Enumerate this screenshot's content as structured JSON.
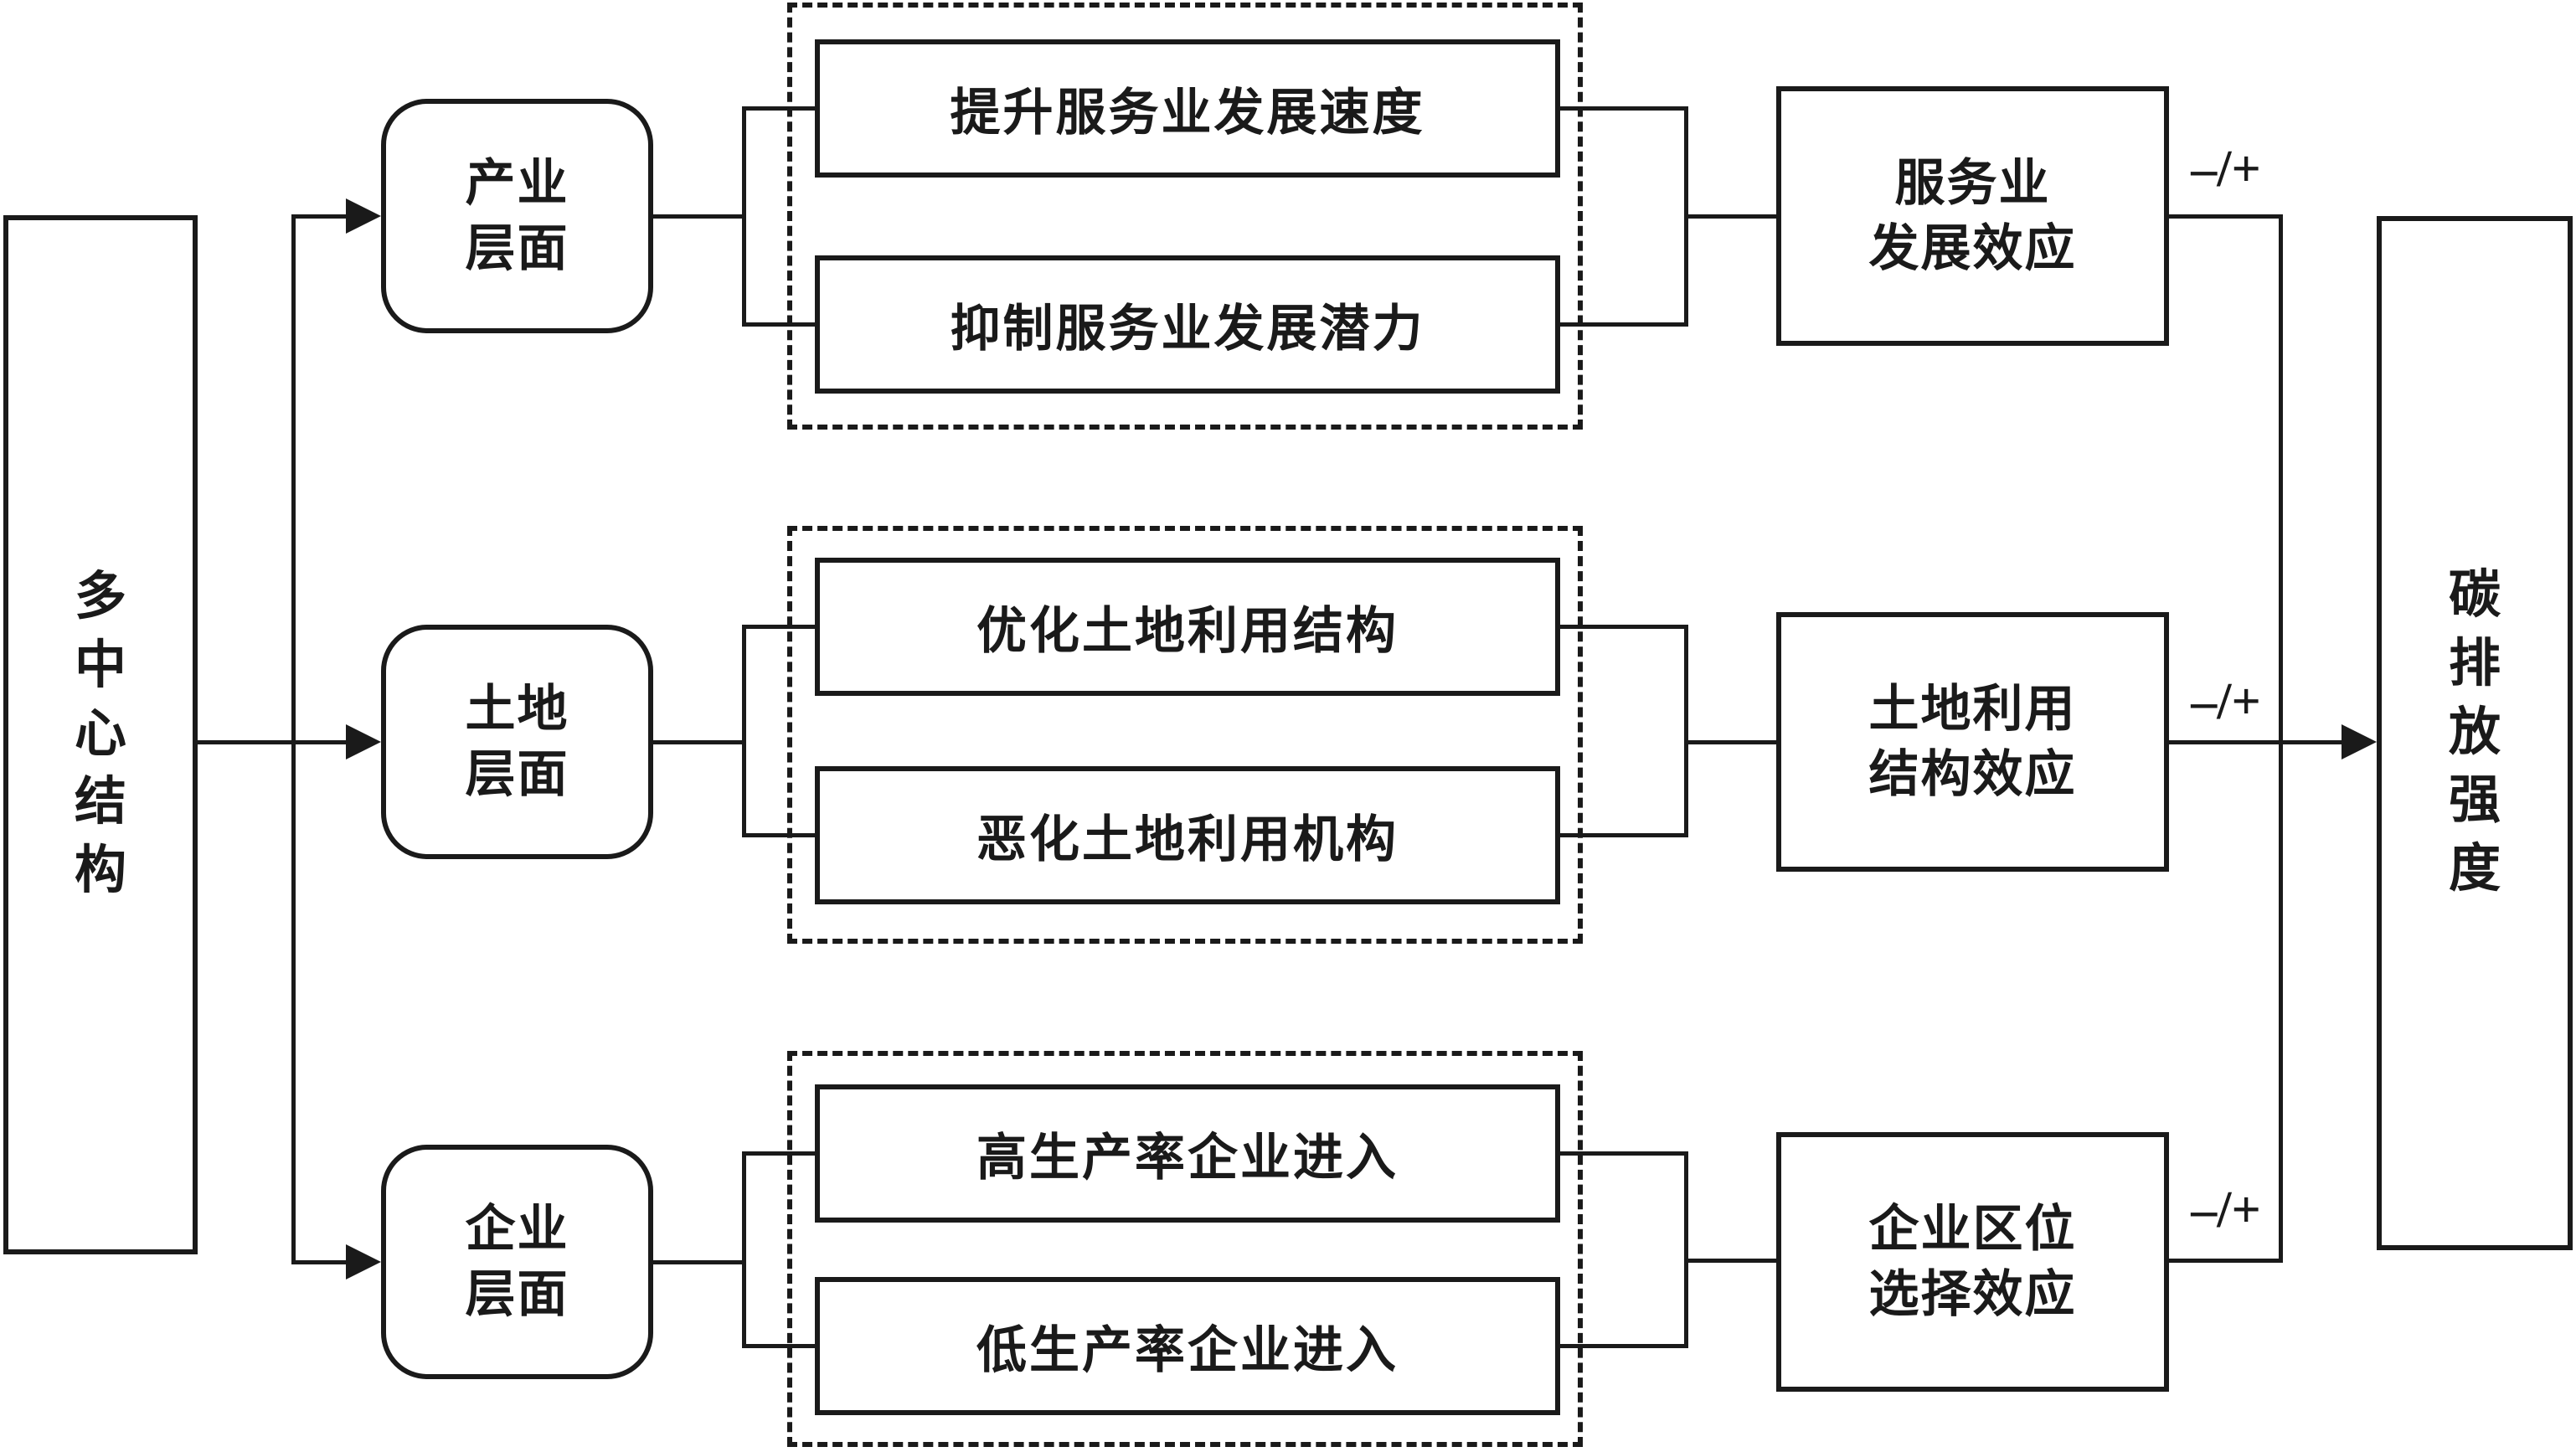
{
  "diagram": {
    "title_hint": "polycentric-structure-to-carbon-intensity-mechanism",
    "colors": {
      "line": "#1a1a1a",
      "background": "#ffffff"
    },
    "source_node": {
      "label": "多中心结构"
    },
    "target_node": {
      "label": "碳排放强度"
    },
    "levels": [
      {
        "label": "产业层面",
        "label_lines": [
          "产业",
          "层面"
        ],
        "mechanisms": [
          "提升服务业发展速度",
          "抑制服务业发展潜力"
        ],
        "effect": "服务业发展效应",
        "effect_lines": [
          "服务业",
          "发展效应"
        ],
        "sign": "–/+"
      },
      {
        "label": "土地层面",
        "label_lines": [
          "土地",
          "层面"
        ],
        "mechanisms": [
          "优化土地利用结构",
          "恶化土地利用机构"
        ],
        "effect": "土地利用结构效应",
        "effect_lines": [
          "土地利用",
          "结构效应"
        ],
        "sign": "–/+"
      },
      {
        "label": "企业层面",
        "label_lines": [
          "企业",
          "层面"
        ],
        "mechanisms": [
          "高生产率企业进入",
          "低生产率企业进入"
        ],
        "effect": "企业区位选择效应",
        "effect_lines": [
          "企业区位",
          "选择效应"
        ],
        "sign": "–/+"
      }
    ]
  }
}
